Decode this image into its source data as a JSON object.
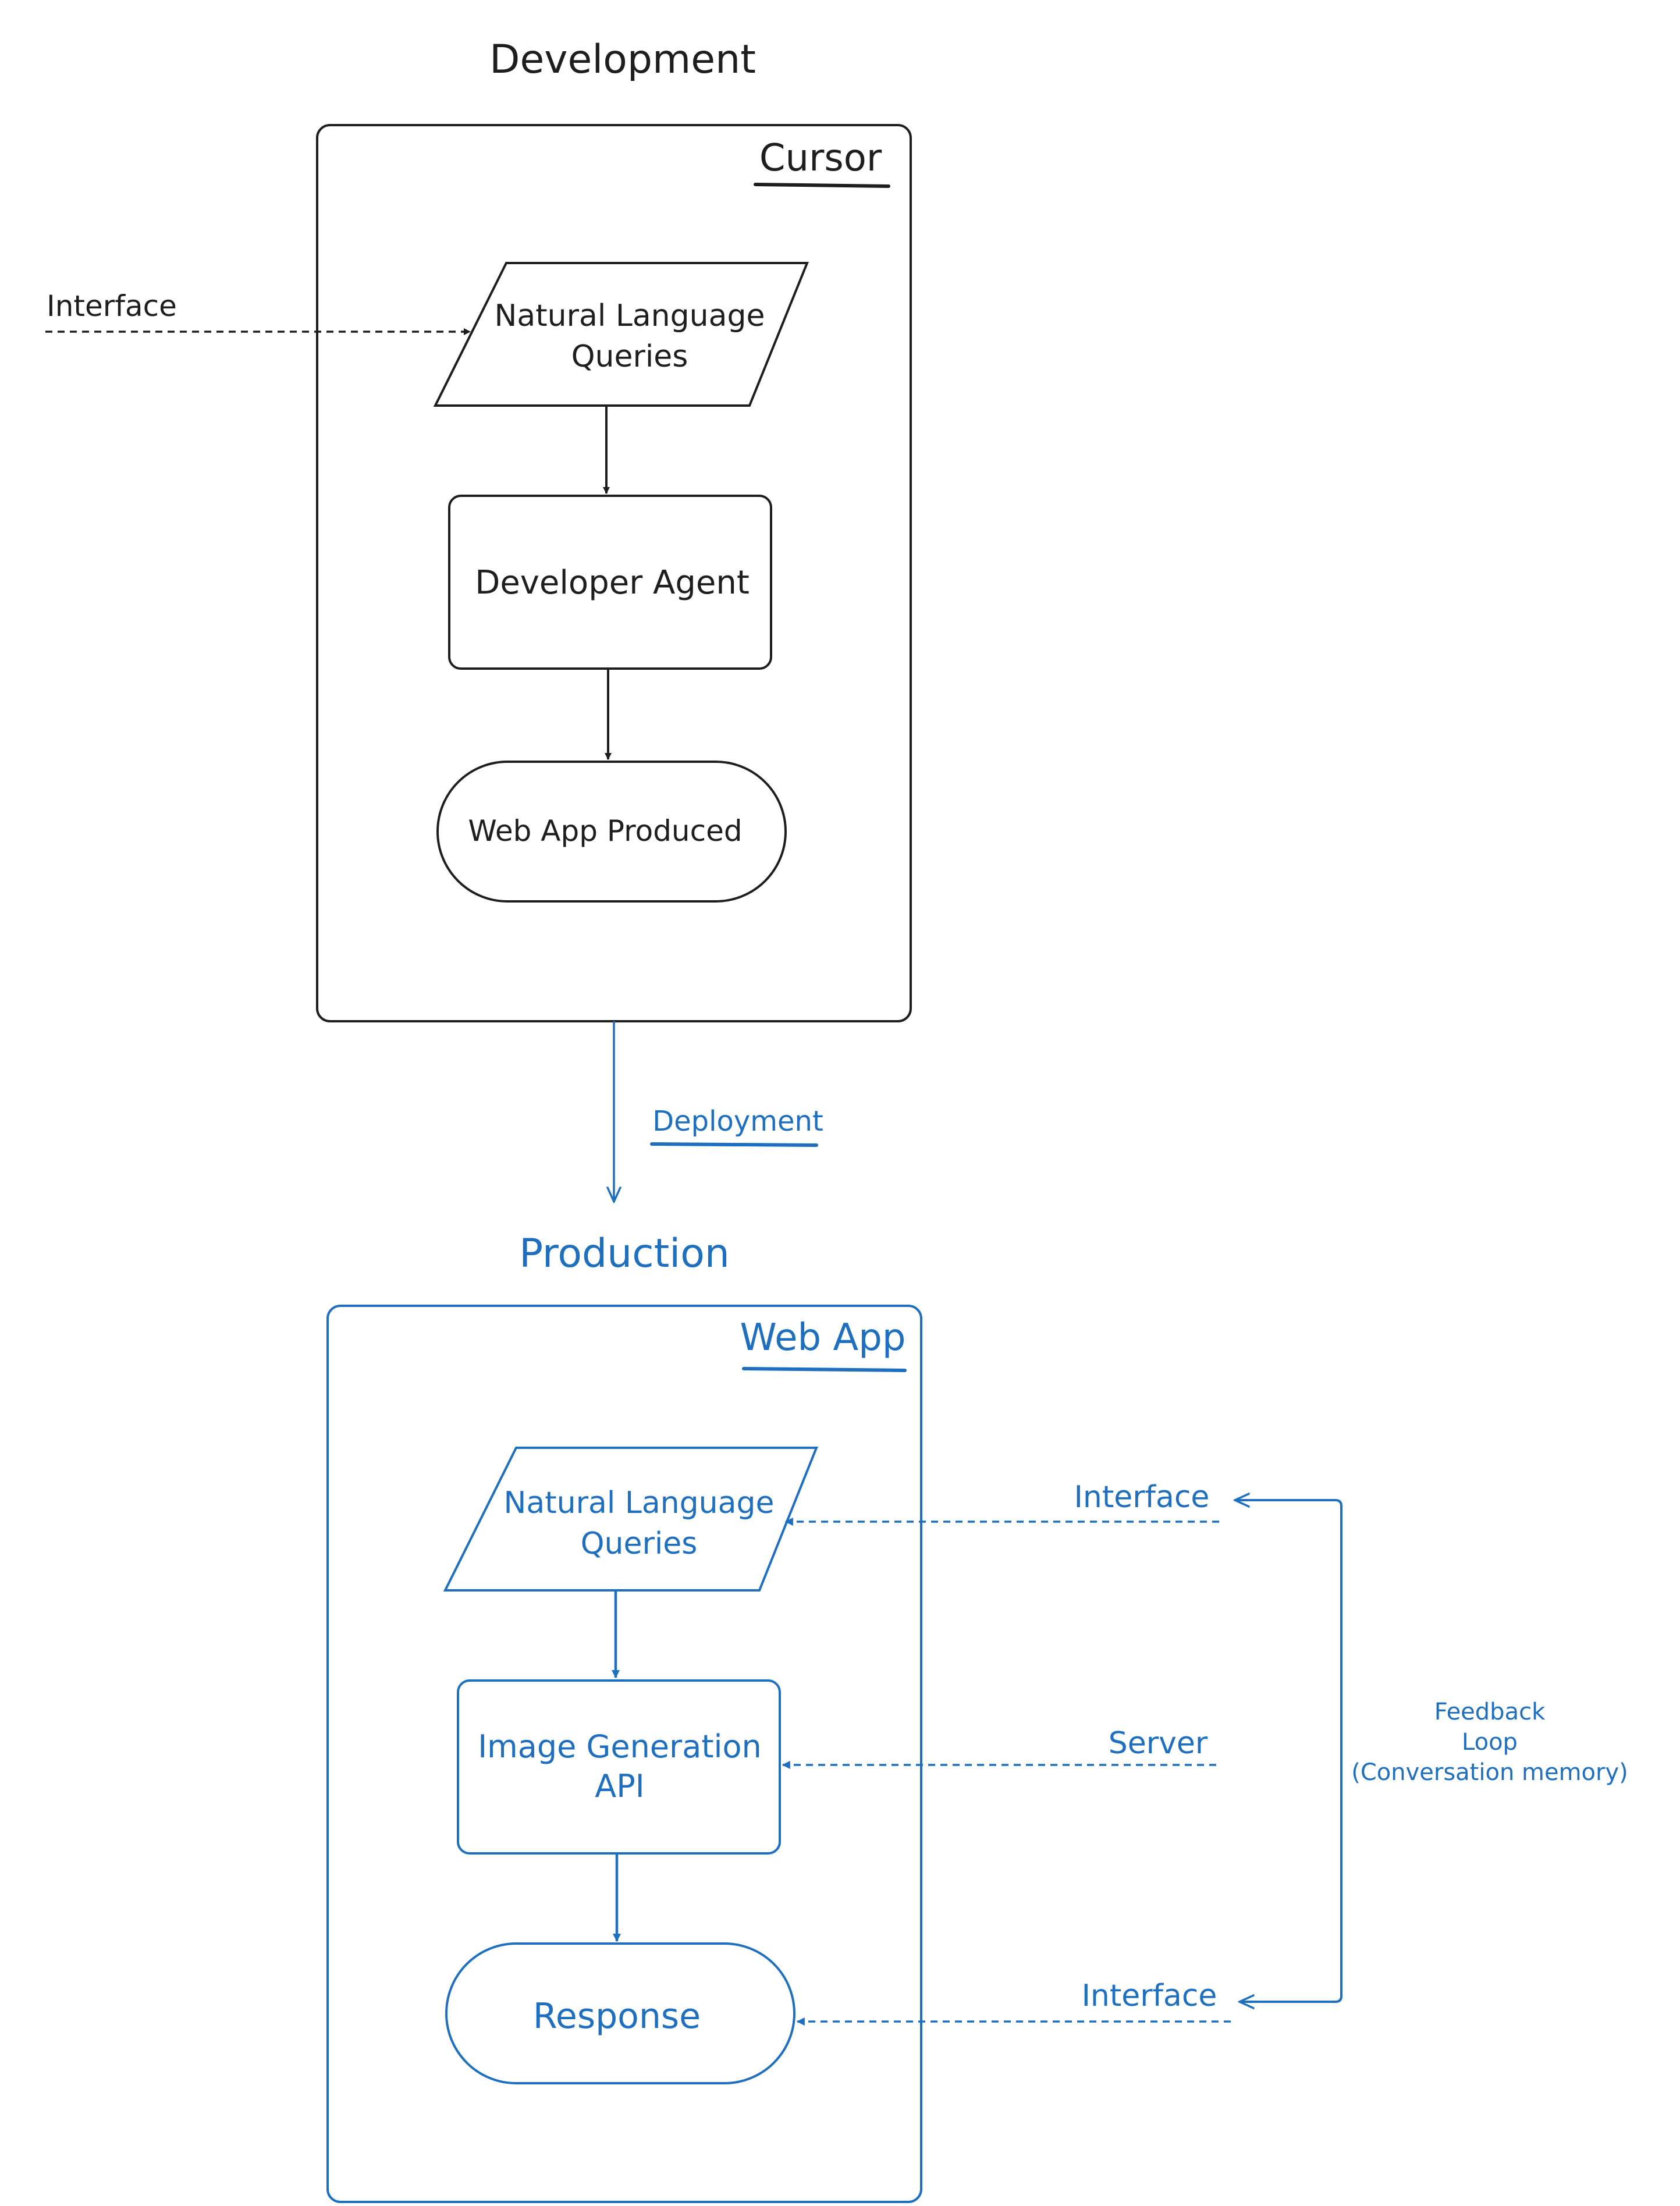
{
  "development": {
    "title": "Development",
    "container_label": "Cursor",
    "interface_label": "Interface",
    "queries_line1": "Natural Language",
    "queries_line2": "Queries",
    "agent_label": "Developer Agent",
    "output_label": "Web App Produced"
  },
  "deployment_label": "Deployment",
  "production": {
    "title": "Production",
    "container_label": "Web App",
    "queries_line1": "Natural Language",
    "queries_line2": "Queries",
    "api_line1": "Image Generation",
    "api_line2": "API",
    "response_label": "Response",
    "interface_top_label": "Interface",
    "server_label": "Server",
    "interface_bottom_label": "Interface",
    "feedback_line1": "Feedback",
    "feedback_line2": "Loop",
    "feedback_line3": "(Conversation memory)"
  },
  "colors": {
    "ink": "#1e1e1e",
    "accent": "#1f6fc0"
  }
}
